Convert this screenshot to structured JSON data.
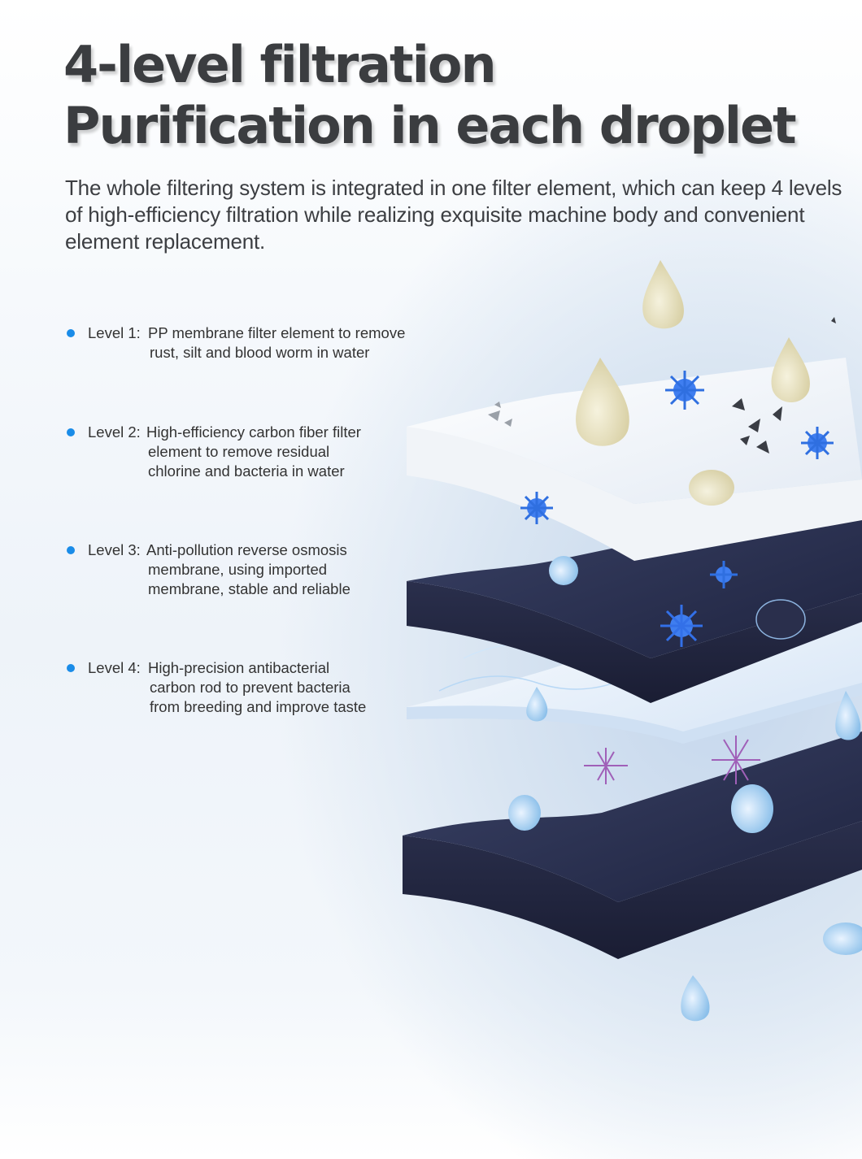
{
  "headline": {
    "line1": "4-level filtration",
    "line2": "Purification in each droplet"
  },
  "intro": "The whole filtering system is integrated in one filter element, which can keep 4 levels of high-efficiency filtration while realizing exquisite machine body and convenient element replacement.",
  "levels": [
    {
      "prefix": "Level 1:",
      "lines": [
        "PP membrane filter element to remove",
        "rust, silt and blood worm in water"
      ]
    },
    {
      "prefix": "Level 2:",
      "lines": [
        "High-efficiency carbon fiber filter",
        "element to remove residual",
        "chlorine and bacteria in water"
      ]
    },
    {
      "prefix": "Level 3:",
      "lines": [
        "Anti-pollution reverse osmosis",
        "membrane, using imported",
        "membrane, stable and reliable"
      ]
    },
    {
      "prefix": "Level 4:",
      "lines": [
        "High-precision antibacterial",
        "carbon rod to prevent bacteria",
        "from breeding and improve taste"
      ]
    }
  ],
  "colors": {
    "bullet": "#1a8ce8",
    "text": "#333333",
    "headline": "#3b3d40",
    "dark_layer": "#2a3050",
    "white_layer": "#f4f7fb",
    "bacteria_blue": "#2f6fe0",
    "bacteria_purple": "#a060b8"
  }
}
